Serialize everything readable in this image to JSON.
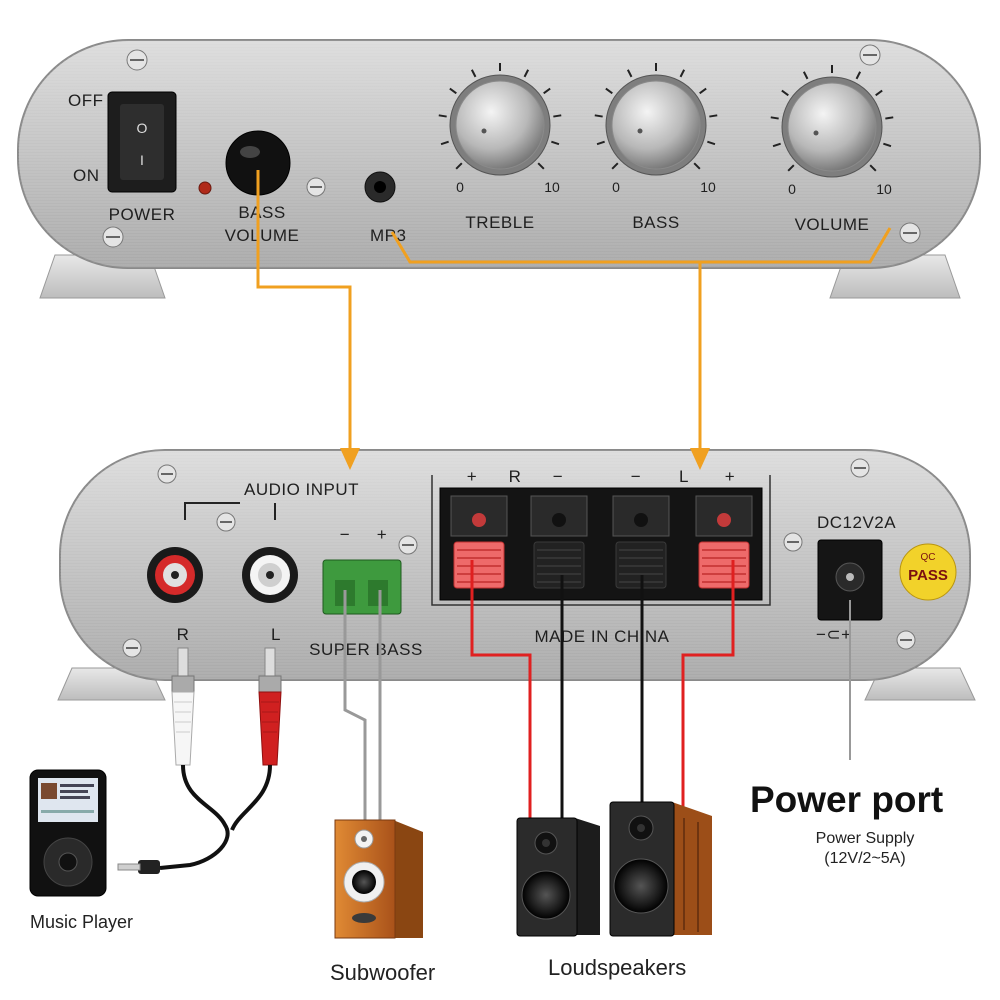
{
  "top_panel": {
    "switch_off": "OFF",
    "switch_on": "ON",
    "switch_mark_top": "O",
    "switch_mark_bottom": "I",
    "power": "POWER",
    "bass_volume_line1": "BASS",
    "bass_volume_line2": "VOLUME",
    "mp3": "MP3",
    "knobs": [
      {
        "label": "TREBLE",
        "min": "0",
        "max": "10"
      },
      {
        "label": "BASS",
        "min": "0",
        "max": "10"
      },
      {
        "label": "VOLUME",
        "min": "0",
        "max": "10"
      }
    ]
  },
  "bottom_panel": {
    "audio_input": "AUDIO INPUT",
    "rca_right": "R",
    "rca_left": "L",
    "sub_minus": "−",
    "sub_plus": "+",
    "super_bass": "SUPER BASS",
    "terminal_header": [
      "+",
      "R",
      "−",
      "−",
      "L",
      "+"
    ],
    "made_in_china": "MADE IN CHINA",
    "dc_rating": "DC12V2A",
    "dc_polarity": "−⊂+",
    "badge_top": "QC",
    "badge_main": "PASS"
  },
  "labels": {
    "music_player": "Music Player",
    "subwoofer": "Subwoofer",
    "loudspeakers": "Loudspeakers",
    "power_port": "Power port",
    "power_supply_line1": "Power Supply",
    "power_supply_line2": "(12V/2~5A)"
  },
  "colors": {
    "orange_wire": "#f0a020",
    "red_wire": "#e02020",
    "black_wire": "#111111",
    "grey_wire": "#999999",
    "panel": "#c9c9c9",
    "wood": "#c86a1e"
  }
}
